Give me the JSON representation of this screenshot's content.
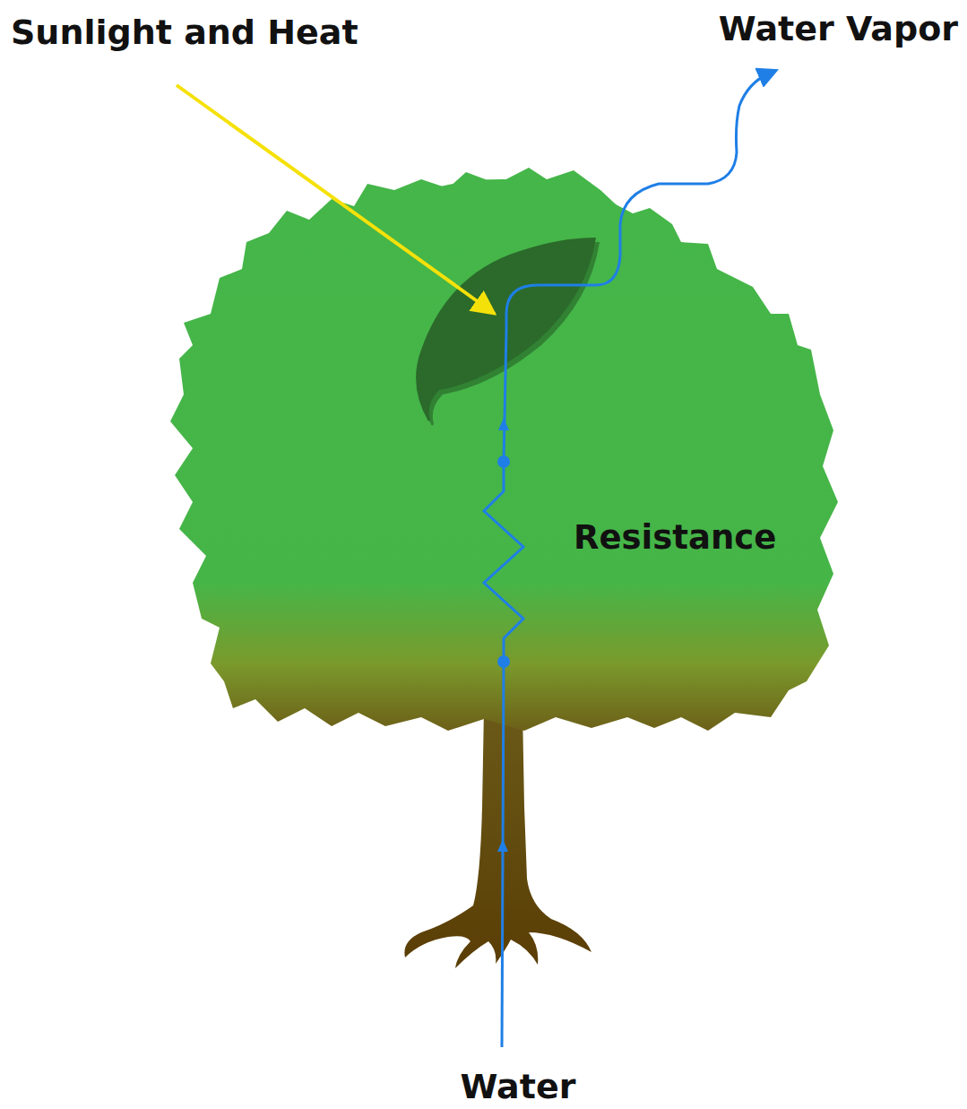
{
  "diagram": {
    "labels": [
      "Sunlight and Heat",
      "Water Vapor",
      "Resistance",
      "Water"
    ]
  }
}
